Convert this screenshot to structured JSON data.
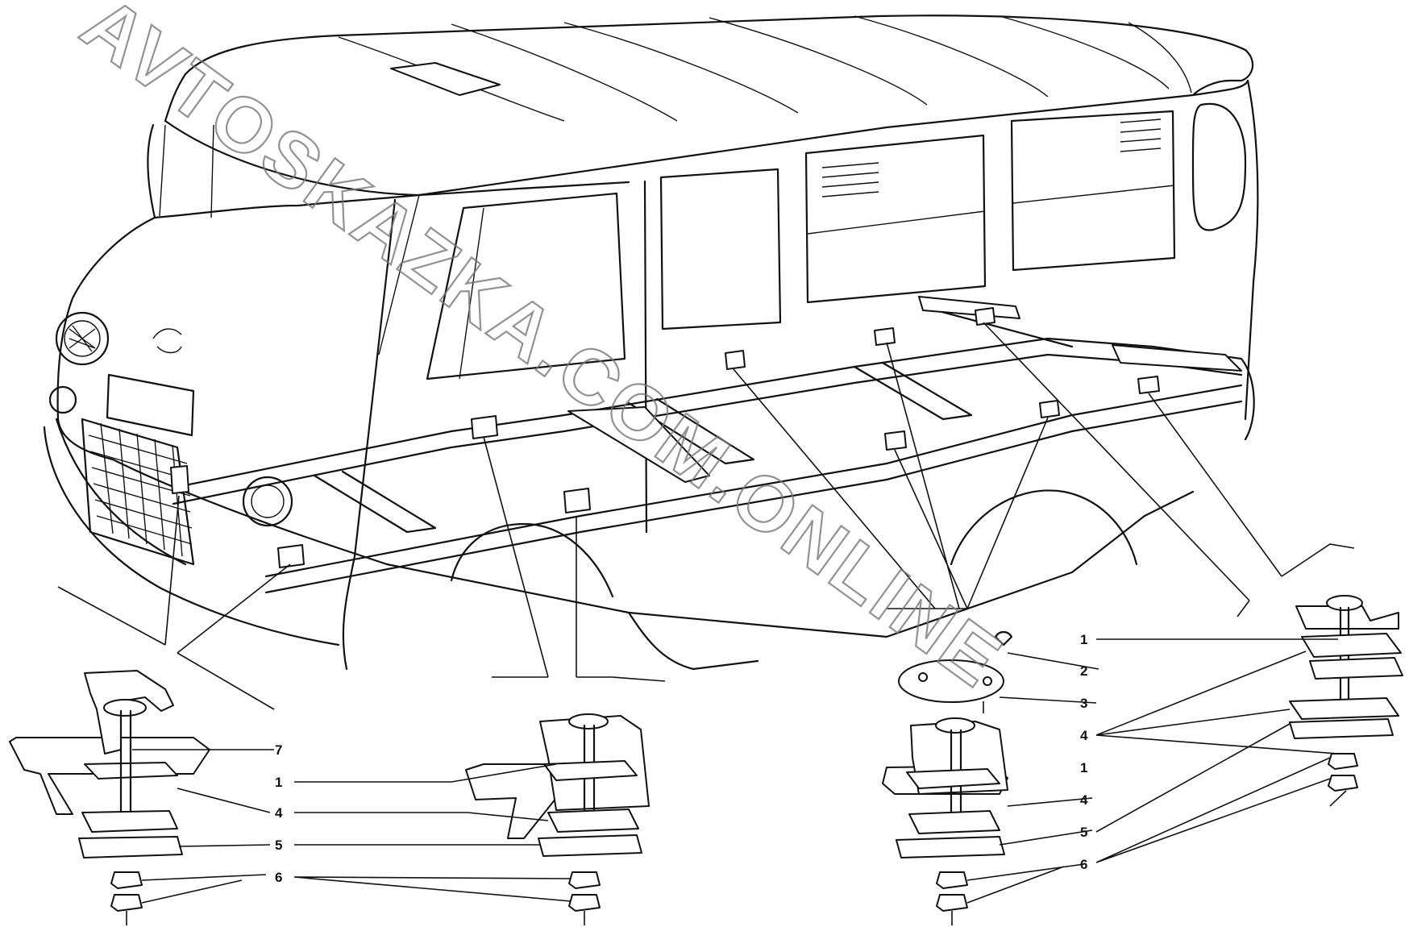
{
  "watermark": {
    "text": "AVTOSKAZKA.COM.ONLINE"
  },
  "callouts": {
    "left": [
      "7",
      "1",
      "4",
      "5",
      "6"
    ],
    "right": [
      "1",
      "2",
      "3",
      "1",
      "4",
      "4",
      "5",
      "6"
    ]
  }
}
